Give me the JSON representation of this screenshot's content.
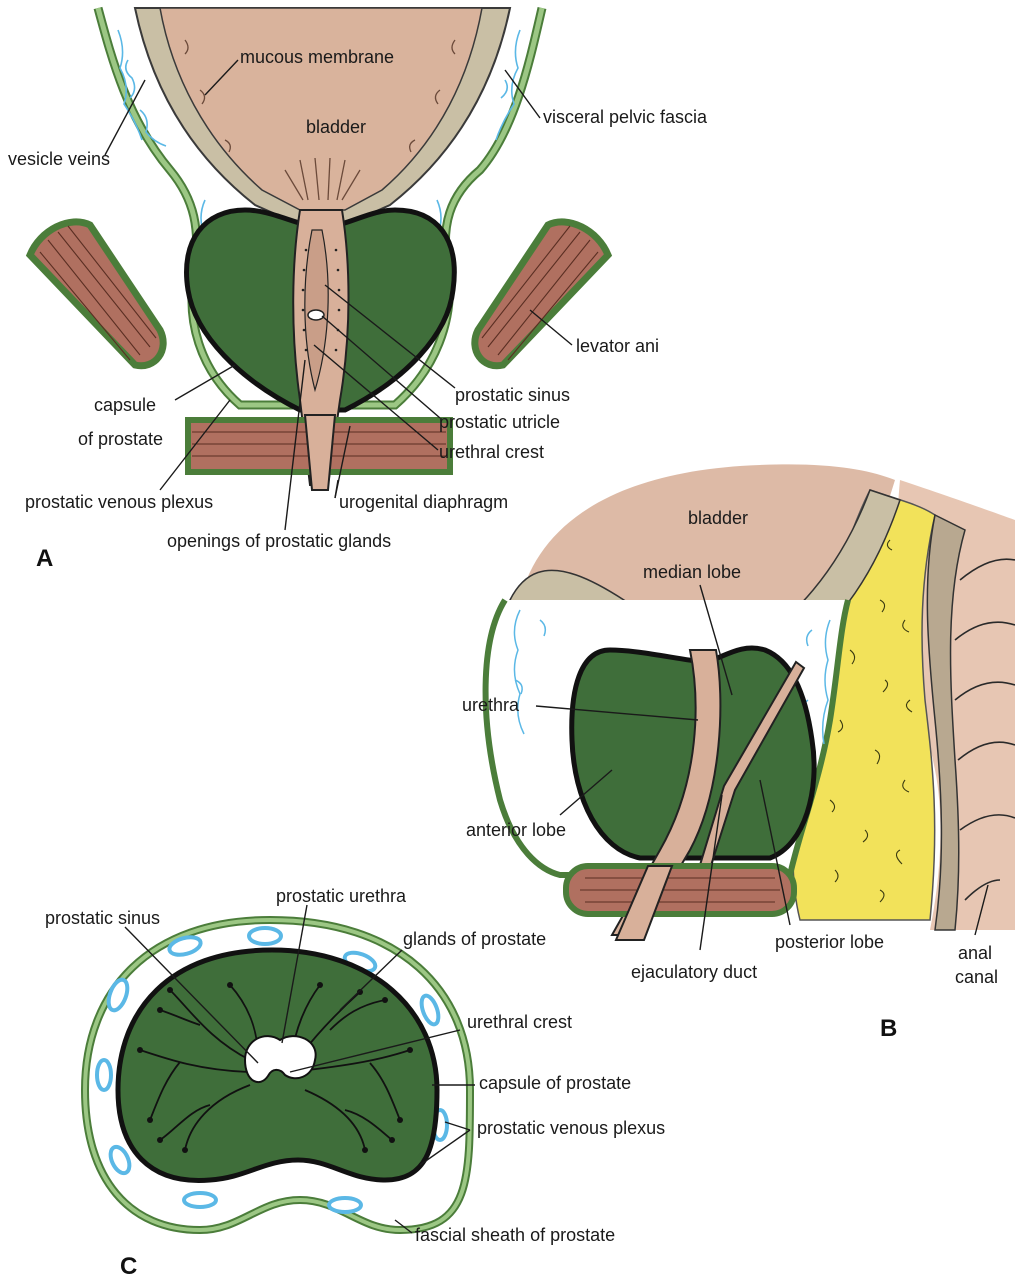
{
  "colors": {
    "bladder": "#d9b39c",
    "prostate": "#3f6e3a",
    "fascia": "#7fb069",
    "vein": "#5bb8e6",
    "muscle": "#b07060",
    "fat": "#f2e25a",
    "wall": "#c9bfa5",
    "urethra": "#d8b09a"
  },
  "panels": {
    "a": "A",
    "b": "B",
    "c": "C"
  },
  "figure_a": {
    "mucous_membrane": "mucous membrane",
    "bladder": "bladder",
    "visceral_pelvic_fascia": "visceral pelvic fascia",
    "vesicle_veins": "vesicle veins",
    "levator_ani": "levator ani",
    "prostatic_sinus": "prostatic sinus",
    "prostatic_utricle": "prostatic utricle",
    "capsule_line1": "capsule",
    "capsule_line2": "of prostate",
    "urethral_crest": "urethral crest",
    "prostatic_venous_plexus": "prostatic venous plexus",
    "urogenital_diaphragm": "urogenital diaphragm",
    "openings": "openings of prostatic glands"
  },
  "figure_b": {
    "bladder": "bladder",
    "median_lobe": "median lobe",
    "urethra": "urethra",
    "anterior_lobe": "anterior lobe",
    "posterior_lobe": "posterior lobe",
    "ejaculatory_duct": "ejaculatory duct",
    "anal_line1": "anal",
    "anal_line2": "canal"
  },
  "figure_c": {
    "prostatic_urethra": "prostatic urethra",
    "prostatic_sinus": "prostatic sinus",
    "glands": "glands of prostate",
    "urethral_crest": "urethral crest",
    "capsule": "capsule of prostate",
    "venous_plexus": "prostatic venous plexus",
    "fascial_sheath": "fascial sheath of prostate"
  }
}
